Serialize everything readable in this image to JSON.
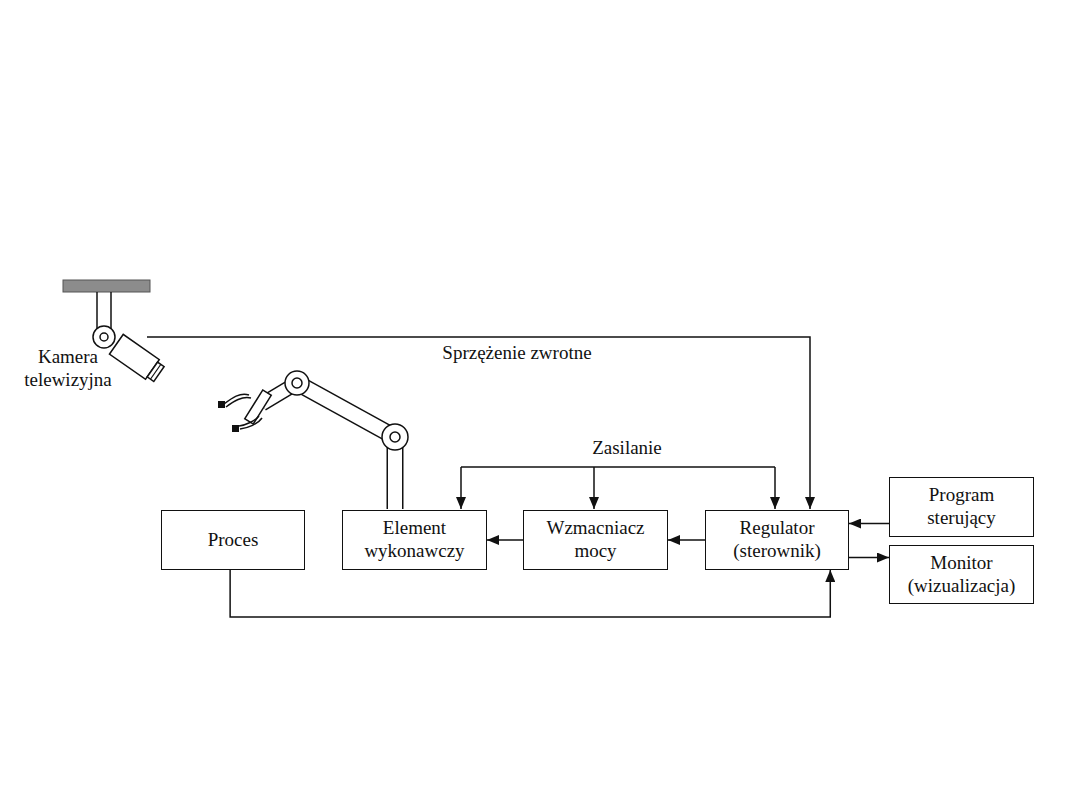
{
  "diagram": {
    "nodes": [
      {
        "text": [
          "Proces"
        ]
      },
      {
        "text": [
          "Element wykonawczy"
        ]
      },
      {
        "text": [
          "Wzmacniacz mocy"
        ]
      },
      {
        "text": [
          "Regulator (sterownik)"
        ]
      },
      {
        "text": [
          "Program sterujący"
        ]
      },
      {
        "text": [
          "Monitor (wizualizacja)"
        ]
      }
    ],
    "edges": [
      {
        "from": 3,
        "to": 2,
        "arrow": "to"
      },
      {
        "from": 2,
        "to": 1,
        "arrow": "to"
      },
      {
        "from": 4,
        "to": 3,
        "arrow": "to"
      },
      {
        "from": 3,
        "to": 5,
        "arrow": "to"
      },
      {
        "from": 0,
        "to": 3,
        "arrow": "to"
      }
    ],
    "labels": [
      "Kamera telewizyjna",
      "Sprzężenie zwrotne",
      "Zasilanie"
    ]
  }
}
